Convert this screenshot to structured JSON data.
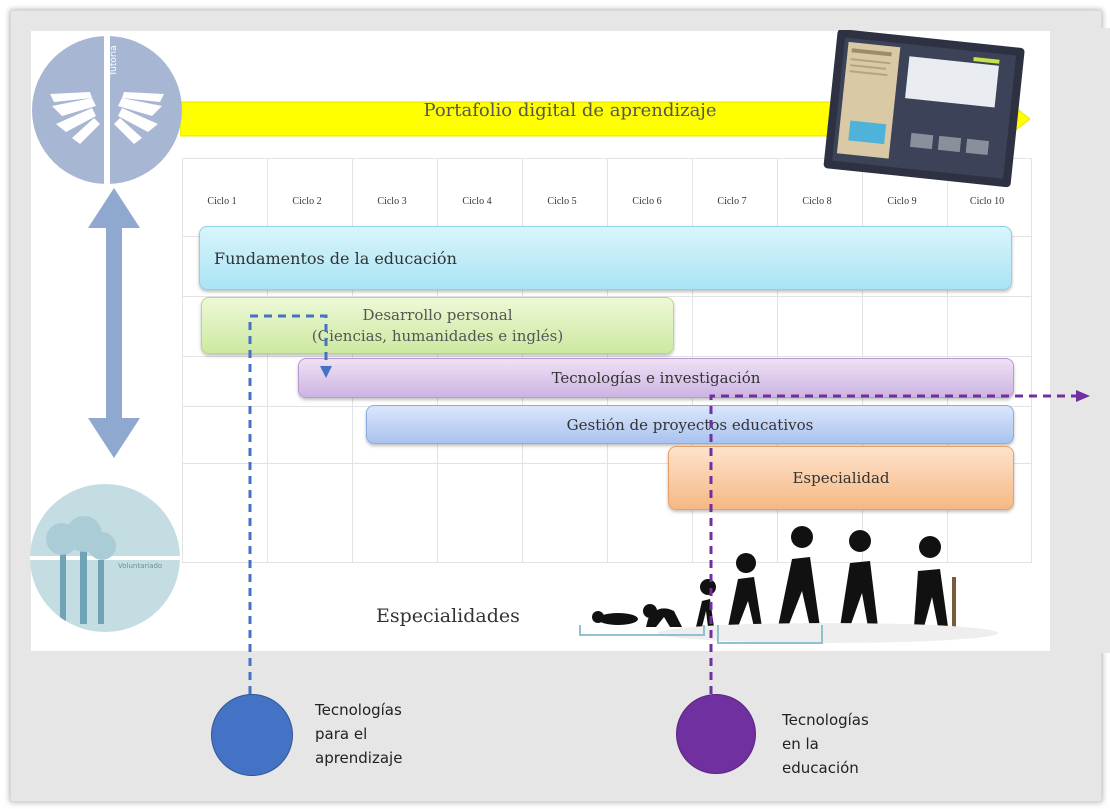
{
  "banner": {
    "label": "Portafolio digital de aprendizaje",
    "color": "#ffff00"
  },
  "cycles": [
    "Ciclo 1",
    "Ciclo 2",
    "Ciclo 3",
    "Ciclo 4",
    "Ciclo 5",
    "Ciclo 6",
    "Ciclo 7",
    "Ciclo 8",
    "Ciclo 9",
    "Ciclo 10"
  ],
  "bars": {
    "fundamentos": "Fundamentos de la educación",
    "desarrollo_line1": "Desarrollo personal",
    "desarrollo_line2": "(Ciencias, humanidades e inglés)",
    "tecnologias": "Tecnologías e investigación",
    "gestion": "Gestión de proyectos educativos",
    "especialidad": "Especialidad"
  },
  "especialidades_label": "Especialidades",
  "logos": {
    "top_text": "Tutoría",
    "bottom_text": "Voluntariado"
  },
  "legend": {
    "blue": {
      "line1": "Tecnologías",
      "line2": "para el",
      "line3": "aprendizaje",
      "color": "#4472c4"
    },
    "purple": {
      "line1": "Tecnologías",
      "line2": "en la",
      "line3": "educación",
      "color": "#7030a0"
    }
  },
  "icons": {
    "tablet": "tablet-icon",
    "people": "human-evolution-silhouettes-icon",
    "double_arrow": "double-arrow-icon",
    "hands_logo": "hands-logo-icon",
    "trees_logo": "hands-trees-logo-icon"
  }
}
